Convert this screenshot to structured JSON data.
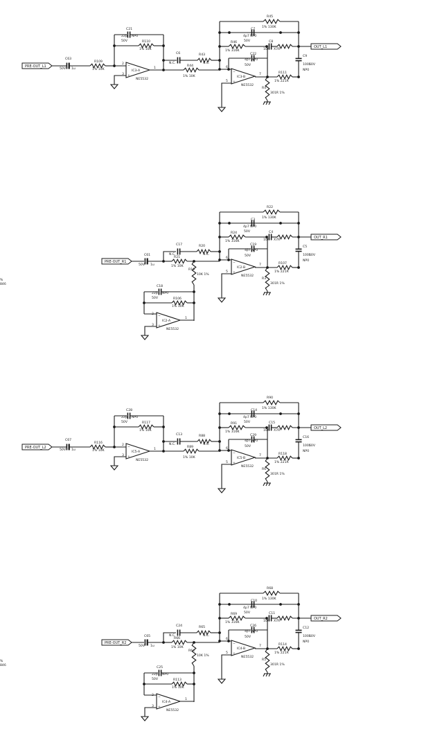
{
  "schematic": {
    "channels": [
      {
        "input": "PRE-OUT_L1",
        "output": "OUT_L1",
        "cin": {
          "ref": "C63",
          "tol": "50V",
          "val": "1u"
        },
        "rin": {
          "ref": "R109",
          "val": "1% 10K"
        },
        "stage1": {
          "ref": "IC3-A",
          "part": "NE5532"
        },
        "c1": {
          "ref": "C21",
          "val": "22p",
          "diel": "NP0",
          "v": "50V"
        },
        "r1": {
          "ref": "R110",
          "val": "1% 10K"
        },
        "cnc": {
          "ref": "C6",
          "val": "N.C."
        },
        "rnc": {
          "ref": "R43",
          "val": "N.C."
        },
        "r2": {
          "ref": "R44",
          "val": "1% 10K"
        },
        "stage2": {
          "ref": "IC3-B",
          "part": "NE5532"
        },
        "rtop": {
          "ref": "R45",
          "val": "1% 130K"
        },
        "ctop": {
          "ref": "C7",
          "val": "4p7",
          "diel": "NP0",
          "v": "50V"
        },
        "rmid": {
          "ref": "R46",
          "val": "1% 316K"
        },
        "cmid": {
          "ref": "C8",
          "val": "10n",
          "diel": "X7R"
        },
        "cfb": {
          "ref": "C22",
          "val": "4p7",
          "diel": "NP0",
          "v": "50V"
        },
        "rout": {
          "ref": "R111",
          "val": "1% 221R"
        },
        "cout": {
          "ref": "C9",
          "val": "100n",
          "diel": "NP0",
          "v": "50V"
        },
        "rg": {
          "ref": "R4",
          "val": "301R 1%"
        }
      },
      {
        "input": "PRE-OUT_R1",
        "output": "OUT_R1",
        "cin": {
          "ref": "C61",
          "tol": "50V",
          "val": "1u"
        },
        "rin": {
          "ref": "R21",
          "val": "1% 10K"
        },
        "stage1": {
          "ref": "IC2-A",
          "part": "NE5532"
        },
        "c1": {
          "ref": "C18",
          "val": "22p",
          "diel": "NP0",
          "v": "50V"
        },
        "r1": {
          "ref": "R106",
          "val": "1% 10K"
        },
        "cnc": {
          "ref": "C17",
          "val": "N.C."
        },
        "rnc": {
          "ref": "R20",
          "val": "N.C."
        },
        "r2": {
          "ref": "R19",
          "val": "10K 1%"
        },
        "stage2": {
          "ref": "IC2-B",
          "part": "NE5532"
        },
        "rtop": {
          "ref": "R22",
          "val": "1% 130K"
        },
        "ctop": {
          "ref": "C3",
          "val": "4p7",
          "diel": "NP0",
          "v": "50V"
        },
        "rmid": {
          "ref": "R24",
          "val": "1% 316K"
        },
        "cmid": {
          "ref": "C4",
          "val": "10n",
          "diel": "X7R"
        },
        "cfb": {
          "ref": "C19",
          "val": "4p7",
          "diel": "NP0",
          "v": "50V"
        },
        "rout": {
          "ref": "R107",
          "val": "1% 221R"
        },
        "cout": {
          "ref": "C5",
          "val": "100n",
          "diel": "NP0",
          "v": "50V"
        },
        "rg": {
          "ref": "R3",
          "val": "301R 1%"
        }
      },
      {
        "input": "PRE-OUT_L2",
        "output": "OUT_L2",
        "cin": {
          "ref": "C67",
          "tol": "50V",
          "val": "1u"
        },
        "rin": {
          "ref": "R116",
          "val": "1% 10K"
        },
        "stage1": {
          "ref": "IC5-A",
          "part": "NE5532"
        },
        "c1": {
          "ref": "C28",
          "val": "22p",
          "diel": "NP0",
          "v": "50V"
        },
        "r1": {
          "ref": "R117",
          "val": "1% 10K"
        },
        "cnc": {
          "ref": "C13",
          "val": "N.C."
        },
        "rnc": {
          "ref": "R88",
          "val": "N.C."
        },
        "r2": {
          "ref": "R89",
          "val": "1% 10K"
        },
        "stage2": {
          "ref": "IC5-B",
          "part": "NE5532"
        },
        "rtop": {
          "ref": "R90",
          "val": "1% 130K"
        },
        "ctop": {
          "ref": "C14",
          "val": "4p7",
          "diel": "NP0",
          "v": "50V"
        },
        "rmid": {
          "ref": "R91",
          "val": "1% 316K"
        },
        "cmid": {
          "ref": "C15",
          "val": "10n",
          "diel": "X7R"
        },
        "cfb": {
          "ref": "C29",
          "val": "4p7",
          "diel": "NP0",
          "v": "50V"
        },
        "rout": {
          "ref": "R118",
          "val": "1% 221R"
        },
        "cout": {
          "ref": "C16",
          "val": "100n",
          "diel": "NP0",
          "v": "50V"
        },
        "rg": {
          "ref": "R6",
          "val": "301R 1%"
        }
      },
      {
        "input": "PRE-OUT_R2",
        "output": "OUT_R2",
        "cin": {
          "ref": "C65",
          "tol": "50V",
          "val": "1u"
        },
        "rin": {
          "ref": "R66",
          "val": "1% 10K"
        },
        "stage1": {
          "ref": "IC4-A",
          "part": "NE5532"
        },
        "c1": {
          "ref": "C25",
          "val": "22p",
          "diel": "NP0",
          "v": "50V"
        },
        "r1": {
          "ref": "R113",
          "val": "1% 10K"
        },
        "cnc": {
          "ref": "C24",
          "val": "N.C."
        },
        "rnc": {
          "ref": "R65",
          "val": "N.C."
        },
        "r2": {
          "ref": "R64",
          "val": "10K 1%"
        },
        "stage2": {
          "ref": "IC4-B",
          "part": "NE5532"
        },
        "rtop": {
          "ref": "R68",
          "val": "1% 130K"
        },
        "ctop": {
          "ref": "C10",
          "val": "4p7",
          "diel": "NP0",
          "v": "50V"
        },
        "rmid": {
          "ref": "R69",
          "val": "1% 316K"
        },
        "cmid": {
          "ref": "C11",
          "val": "10n",
          "diel": "X7R"
        },
        "cfb": {
          "ref": "C26",
          "val": "4p7",
          "diel": "NP0",
          "v": "50V"
        },
        "rout": {
          "ref": "R114",
          "val": "1% 221R"
        },
        "cout": {
          "ref": "C12",
          "val": "100n",
          "diel": "NP0",
          "v": "50V"
        },
        "rg": {
          "ref": "R5",
          "val": "301R 1%"
        }
      }
    ],
    "pins": {
      "p1": "1",
      "p2": "2",
      "p3": "3",
      "p5": "5",
      "p6": "6",
      "p7": "7",
      "minus": "−",
      "plus": "+"
    },
    "margin_fragments": [
      "%",
      "846",
      "%",
      "846"
    ],
    "color": "#1a1a1a"
  }
}
